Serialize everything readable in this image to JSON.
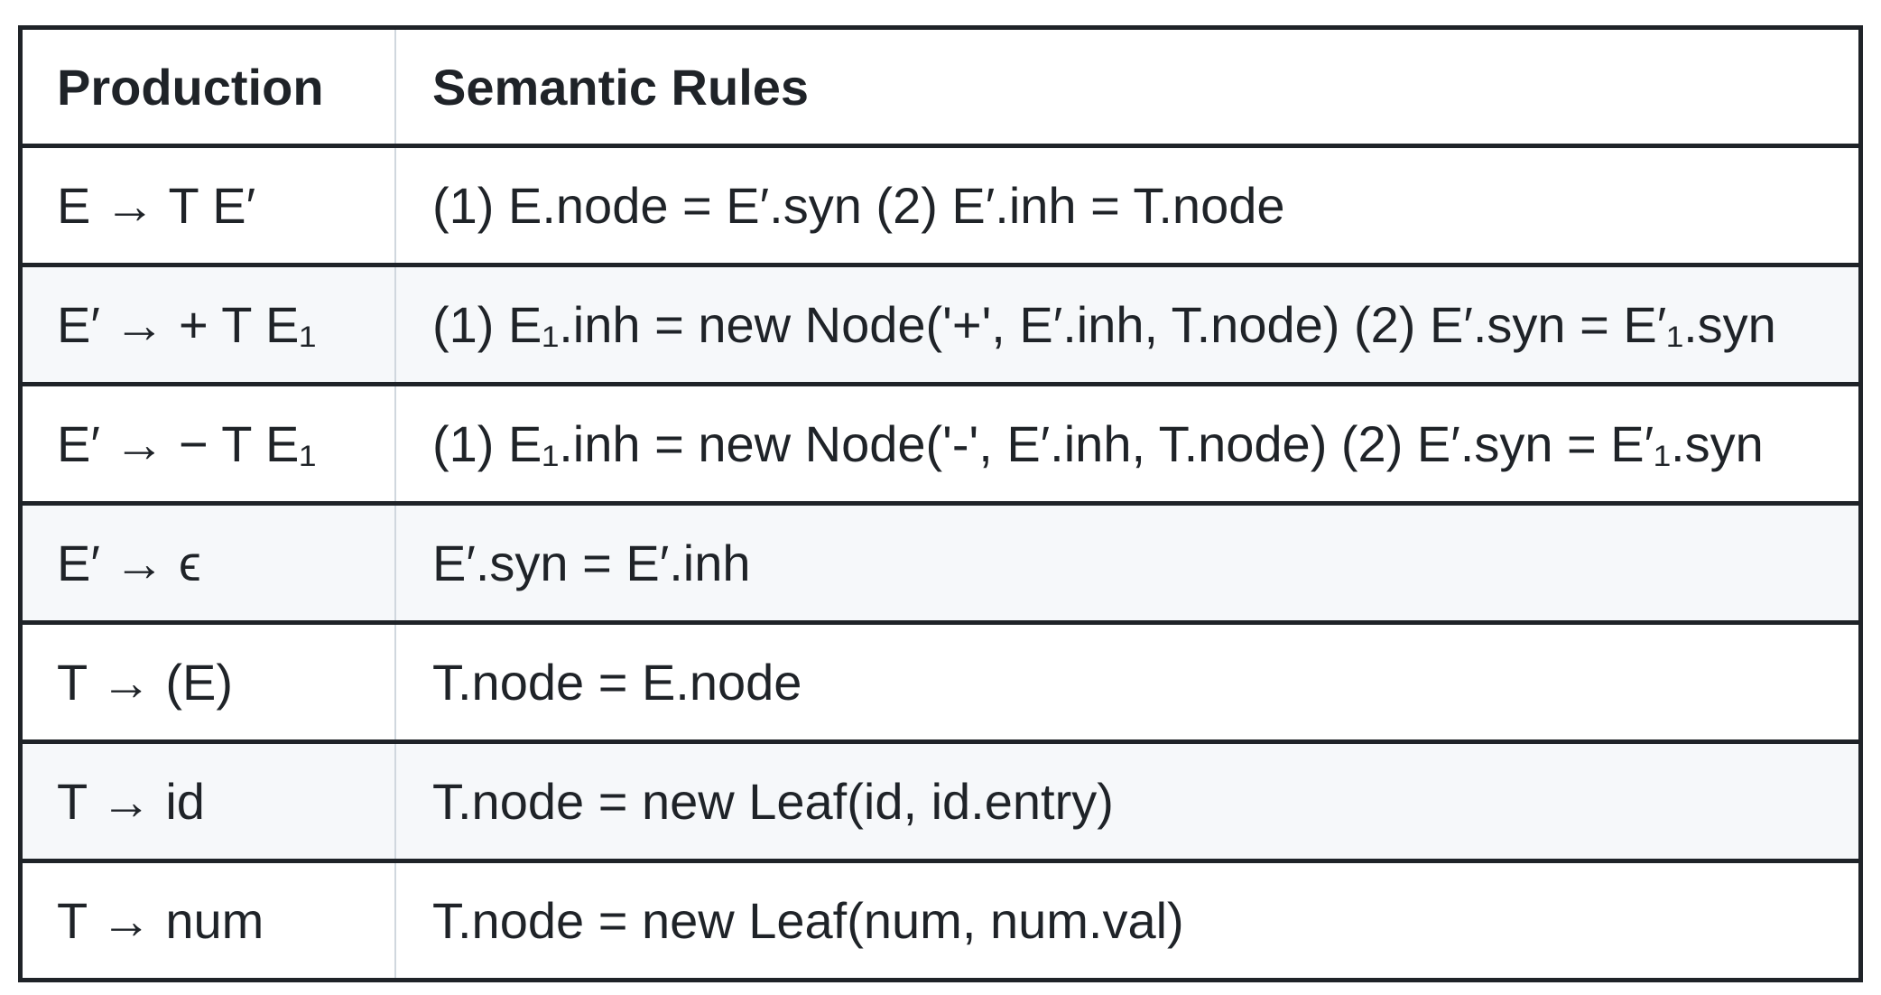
{
  "table": {
    "headers": {
      "production": "Production",
      "semantic_rules": "Semantic Rules"
    },
    "rows": [
      {
        "production": "E → T E′",
        "rule": "(1) E.node = E′.syn (2) E′.inh = T.node"
      },
      {
        "production": "E′ → + T E₁",
        "rule": "(1) E₁.inh = new Node('+', E′.inh, T.node) (2) E′.syn = E′₁.syn"
      },
      {
        "production": "E′ → − T E₁",
        "rule": "(1) E₁.inh = new Node('-', E′.inh, T.node) (2) E′.syn = E′₁.syn"
      },
      {
        "production": "E′ → ϵ",
        "rule": "E′.syn = E′.inh"
      },
      {
        "production": "T → (E)",
        "rule": "T.node = E.node"
      },
      {
        "production": "T → id",
        "rule": "T.node = new Leaf(id, id.entry)"
      },
      {
        "production": "T → num",
        "rule": "T.node = new Leaf(num, num.val)"
      }
    ]
  }
}
